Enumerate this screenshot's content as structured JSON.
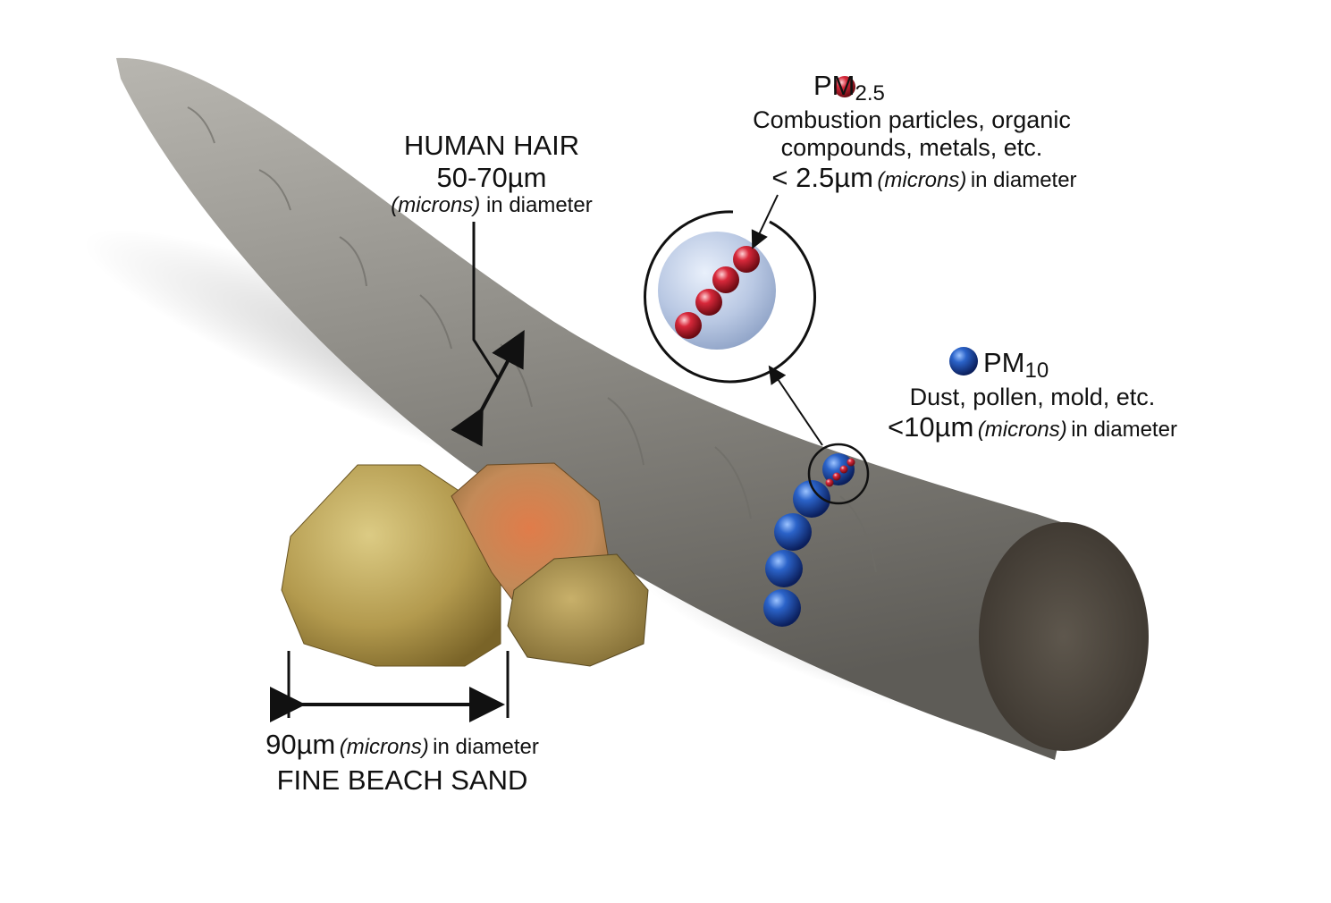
{
  "hair": {
    "title": "HUMAN HAIR",
    "size": "50-70µm",
    "unit_note": "(microns)",
    "suffix": "in diameter"
  },
  "pm25": {
    "name": "PM",
    "subscript": "2.5",
    "desc_line1": "Combustion particles, organic",
    "desc_line2": "compounds, metals, etc.",
    "size": "< 2.5µm",
    "unit_note": "(microns)",
    "suffix": "in diameter",
    "color": "#d0202e"
  },
  "pm10": {
    "name": "PM",
    "subscript": "10",
    "desc": "Dust, pollen, mold, etc.",
    "size": "<10µm",
    "unit_note": "(microns)",
    "suffix": "in diameter",
    "color": "#1c4fb0"
  },
  "sand": {
    "size": "90µm",
    "unit_note": "(microns)",
    "suffix": "in diameter",
    "title": "FINE BEACH SAND"
  },
  "colors": {
    "hair": "#8c8a85",
    "hair_end": "#4d463d",
    "sand_gold": "#b39a4e",
    "sand_red": "#c9784a"
  }
}
